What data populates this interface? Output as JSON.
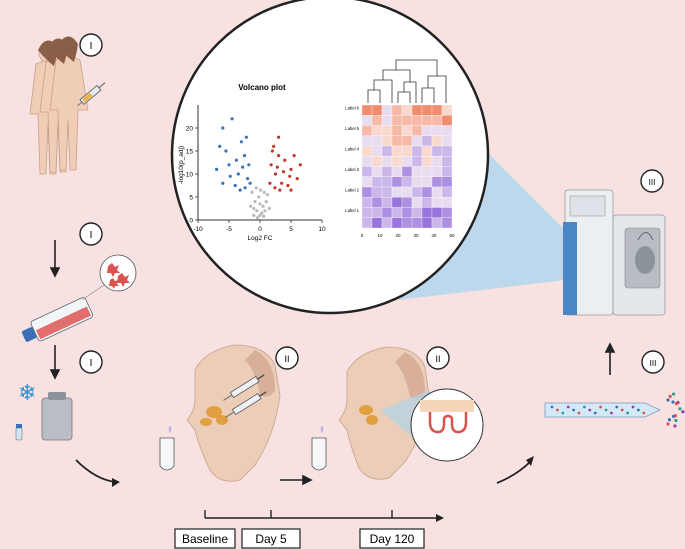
{
  "step_markers": {
    "m1": "I",
    "m2": "I",
    "m3": "I",
    "m4": "II",
    "m5": "II",
    "m6": "III",
    "m7": "III"
  },
  "timeline": {
    "points": [
      "Baseline",
      "Day 5",
      "Day 120"
    ]
  },
  "chart_data": [
    {
      "type": "scatter",
      "title": "Volcano plot",
      "xlabel": "Log2 FC",
      "ylabel": "-log10(p_adj)",
      "xlim": [
        -10,
        10
      ],
      "ylim": [
        0,
        25
      ],
      "x_ticks": [
        "-10",
        "-5",
        "0",
        "5",
        "10"
      ],
      "y_ticks": [
        "0",
        "5",
        "10",
        "15",
        "20"
      ],
      "series": [
        {
          "color": "#3a73b9",
          "points": [
            [
              -6,
              20
            ],
            [
              -4.5,
              22
            ],
            [
              -3,
              17
            ],
            [
              -2.5,
              14
            ],
            [
              -5,
              12
            ],
            [
              -7,
              11
            ],
            [
              -3.5,
              10
            ],
            [
              -2,
              9
            ],
            [
              -6,
              8
            ],
            [
              -4,
              7.5
            ],
            [
              -1.8,
              12
            ],
            [
              -2.2,
              18
            ],
            [
              -5.5,
              15
            ],
            [
              -3.2,
              6.5
            ],
            [
              -1.6,
              8
            ],
            [
              -4.8,
              9.5
            ],
            [
              -2.8,
              11.5
            ],
            [
              -6.5,
              16
            ],
            [
              -3.8,
              13
            ],
            [
              -2.4,
              7
            ]
          ]
        },
        {
          "color": "#c0392b",
          "points": [
            [
              3,
              18
            ],
            [
              2,
              15
            ],
            [
              4,
              13
            ],
            [
              5,
              11
            ],
            [
              2.5,
              10
            ],
            [
              6,
              9
            ],
            [
              3.5,
              8
            ],
            [
              1.8,
              12
            ],
            [
              4.5,
              7.5
            ],
            [
              2.2,
              16
            ],
            [
              5.5,
              14
            ],
            [
              3.2,
              6.5
            ],
            [
              1.6,
              8
            ],
            [
              4.8,
              9.5
            ],
            [
              2.8,
              11.5
            ],
            [
              6.5,
              12
            ],
            [
              3.8,
              10.5
            ],
            [
              2.4,
              7
            ],
            [
              5,
              6.5
            ],
            [
              3,
              14
            ]
          ]
        },
        {
          "color": "#b9b9b9",
          "points": [
            [
              0,
              1
            ],
            [
              -0.5,
              2
            ],
            [
              0.5,
              3
            ],
            [
              -1,
              2.5
            ],
            [
              1,
              4
            ],
            [
              -0.2,
              5
            ],
            [
              0.3,
              1.5
            ],
            [
              -0.8,
              4
            ],
            [
              0.8,
              2
            ],
            [
              0,
              3.5
            ],
            [
              -1.3,
              6
            ],
            [
              1.2,
              5.5
            ],
            [
              -0.4,
              0.5
            ],
            [
              0.6,
              0.8
            ],
            [
              -1.5,
              3
            ],
            [
              1.5,
              2.5
            ],
            [
              0.1,
              6.5
            ],
            [
              -0.6,
              7
            ],
            [
              0.7,
              6
            ],
            [
              -1,
              1
            ]
          ]
        }
      ]
    },
    {
      "type": "heatmap",
      "row_labels": [
        "Label 6",
        "Label 5",
        "Label 4",
        "Label 3",
        "Label 2",
        "Label 1"
      ],
      "x_ticks": [
        "0",
        "10",
        "20",
        "30",
        "40",
        "50"
      ],
      "xlim": [
        0,
        50
      ]
    }
  ]
}
